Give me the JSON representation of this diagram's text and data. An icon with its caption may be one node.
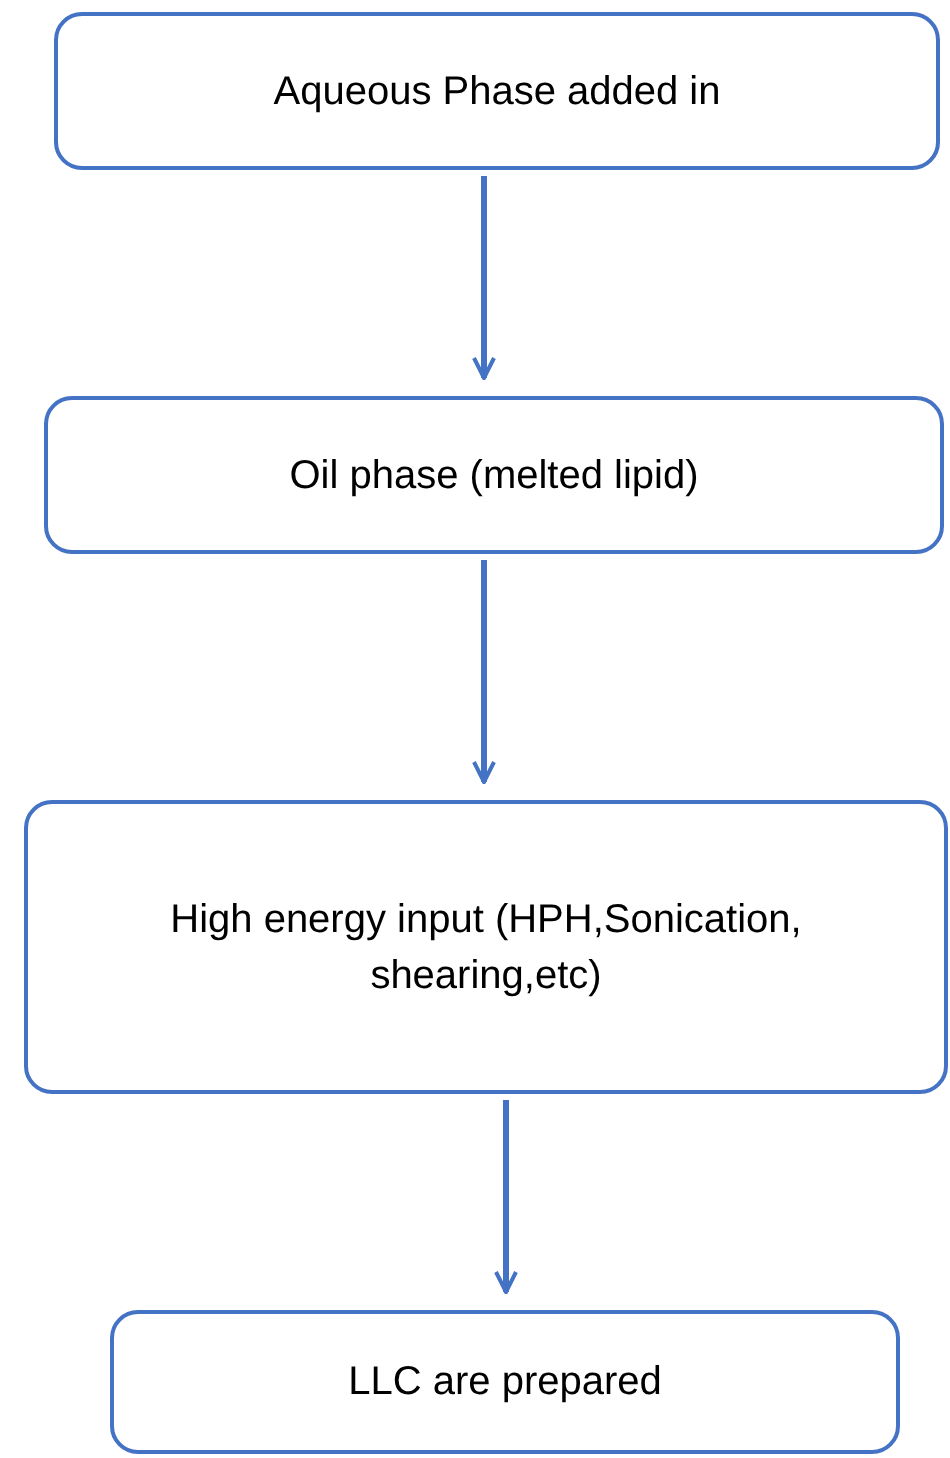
{
  "diagram": {
    "nodes": [
      {
        "text": [
          "Aqueous Phase added in"
        ]
      },
      {
        "text": [
          "Oil phase (melted lipid)"
        ]
      },
      {
        "text": [
          "High energy input (HPH,Sonication, shearing,etc)"
        ]
      },
      {
        "text": [
          "LLC are prepared"
        ]
      }
    ],
    "edges": [
      {
        "from": 0,
        "to": 1,
        "arrow": "to"
      },
      {
        "from": 1,
        "to": 2,
        "arrow": "to"
      },
      {
        "from": 2,
        "to": 3,
        "arrow": "to"
      }
    ]
  }
}
